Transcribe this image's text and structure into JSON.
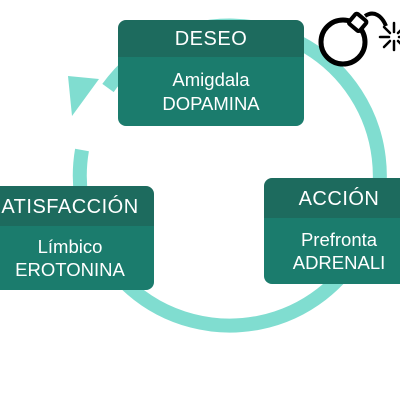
{
  "diagram": {
    "nodes": [
      {
        "id": "deseo",
        "header": "DESEO",
        "line1": "Amigdala",
        "line2": "DOPAMINA"
      },
      {
        "id": "accion",
        "header": "ACCIÓN",
        "line1": "Prefronta",
        "line2": "ADRENALI"
      },
      {
        "id": "satisfaccion",
        "header": "ATISFACCIÓN",
        "line1": "Límbico",
        "line2": "EROTONINA"
      }
    ],
    "cycle_color": "#80ddd0",
    "header_color": "#1d6b5e",
    "body_color": "#1b7c6d",
    "icon": "bomb-icon"
  }
}
